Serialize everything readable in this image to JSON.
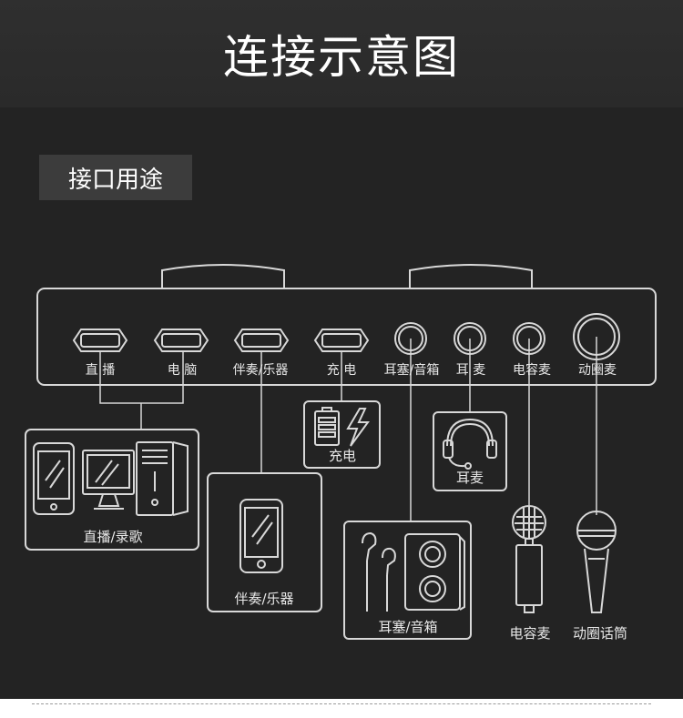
{
  "header": {
    "title": "连接示意图"
  },
  "section": {
    "label": "接口用途"
  },
  "ports": {
    "live": "直 播",
    "pc": "电 脑",
    "accompany": "伴奏/乐器",
    "charge": "充 电",
    "earphone_speaker": "耳塞/音箱",
    "headset": "耳 麦",
    "condenser": "电容麦",
    "dynamic": "动圈麦"
  },
  "devices": {
    "live_record": "直播/录歌",
    "accompany": "伴奏/乐器",
    "charge": "充电",
    "headset": "耳麦",
    "earphone_speaker": "耳塞/音箱",
    "condenser_mic": "电容麦",
    "dynamic_mic": "动圈话筒"
  },
  "colors": {
    "background": "#232323",
    "header_bg": "#2d2d2d",
    "line": "#d8d8d8"
  }
}
